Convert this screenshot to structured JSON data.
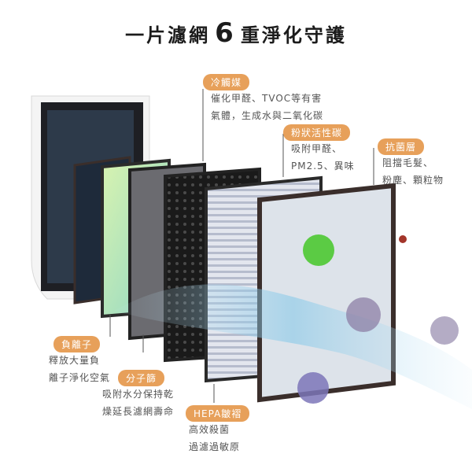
{
  "title": {
    "pre": "一片濾網",
    "num": "6",
    "post": "重淨化守護"
  },
  "layers": [
    {
      "name": "冷觸媒",
      "lines": [
        "催化甲醛、TVOC等有害",
        "氣體，生成水與二氧化碳"
      ]
    },
    {
      "name": "粉狀活性碳",
      "lines": [
        "吸附甲醛、",
        "PM2.5、異味"
      ]
    },
    {
      "name": "抗菌層",
      "lines": [
        "阻擋毛髮、",
        "粉塵、顆粒物"
      ]
    },
    {
      "name": "負離子",
      "lines": [
        "釋放大量負",
        "離子淨化空氣"
      ]
    },
    {
      "name": "分子篩",
      "lines": [
        "吸附水分保持乾",
        "燥延長濾網壽命"
      ]
    },
    {
      "name": "HEPA皺褶",
      "lines": [
        "高效殺菌",
        "過濾過敏原"
      ]
    }
  ],
  "colors": {
    "accent": "#e7a05a",
    "frame": "#3a2e2b",
    "airflow": "#7fc6e8"
  }
}
